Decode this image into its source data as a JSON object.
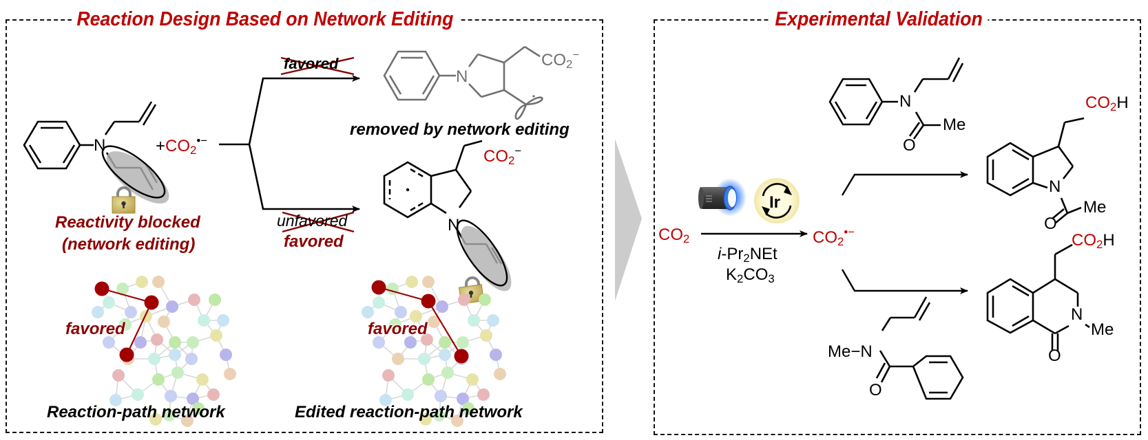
{
  "left_panel": {
    "title": "Reaction Design Based on  Network Editing",
    "reactant_plus": "+",
    "radical_label": "CO",
    "radical_sub": "2",
    "radical_sup": "•−",
    "blocked_caption_line1": "Reactivity blocked",
    "blocked_caption_line2": "(network editing)",
    "top_path": {
      "crossed_label": "favored",
      "product_carboxylate": "CO",
      "product_carboxylate_sub": "2",
      "product_carboxylate_sup": "−",
      "product_atom_n": "N",
      "caption": "removed by network editing"
    },
    "bottom_path": {
      "crossed_label": "unfavored",
      "new_label": "favored",
      "product_carboxylate": "CO",
      "product_carboxylate_sub": "2",
      "product_carboxylate_sup": "−",
      "product_atom_n": "N"
    },
    "reactant_atom_n": "N",
    "network_left": {
      "label": "favored",
      "caption": "Reaction-path network"
    },
    "network_right": {
      "label": "favored",
      "caption": "Edited reaction-path network"
    }
  },
  "right_panel": {
    "title": "Experimental Validation",
    "start_reagent": "CO",
    "start_reagent_sub": "2",
    "catalyst_label": "Ir",
    "conditions_line1_prefix": "i",
    "conditions_line1_rest": "-Pr",
    "conditions_line1_sub": "2",
    "conditions_line1_end": "NEt",
    "conditions_line2_a": "K",
    "conditions_line2_sub1": "2",
    "conditions_line2_b": "CO",
    "conditions_line2_sub2": "3",
    "radical_label": "CO",
    "radical_sub": "2",
    "radical_sup": "•−",
    "substrate_1": {
      "n": "N",
      "me": "Me",
      "o": "O"
    },
    "product_1": {
      "acid": "CO",
      "acid_sub": "2",
      "acid_h": "H",
      "n": "N",
      "me": "Me",
      "o": "O"
    },
    "substrate_2": {
      "me_n": "Me−N",
      "o": "O"
    },
    "product_2": {
      "acid": "CO",
      "acid_sub": "2",
      "acid_h": "H",
      "n": "N",
      "me": "Me",
      "o": "O"
    }
  },
  "colors": {
    "accent_red": "#c00000",
    "dark_red": "#8b0000",
    "divider_gray": "#cccccc",
    "removed_gray": "#707070"
  }
}
